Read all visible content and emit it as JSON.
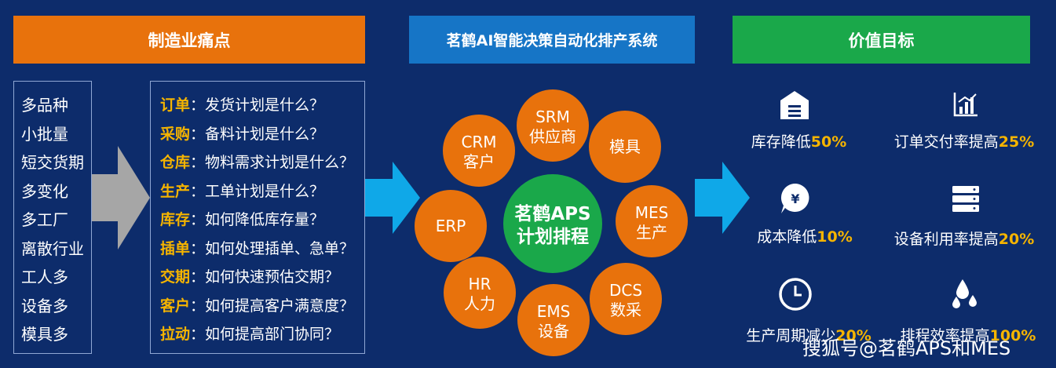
{
  "headers": {
    "left": "制造业痛点",
    "middle": "茗鹤AI智能决策自动化排产系统",
    "right": "价值目标"
  },
  "pain_points": [
    "多品种",
    "小批量",
    "短交货期",
    "多变化",
    "多工厂",
    "离散行业",
    "工人多",
    "设备多",
    "模具多"
  ],
  "questions": [
    {
      "key": "订单",
      "sep": "：",
      "text": "发货计划是什么？"
    },
    {
      "key": "采购",
      "sep": "：",
      "text": "备料计划是什么？"
    },
    {
      "key": "仓库",
      "sep": "：",
      "text": "物料需求计划是什么？"
    },
    {
      "key": "生产",
      "sep": "：",
      "text": "工单计划是什么？"
    },
    {
      "key": "库存",
      "sep": "：",
      "text": "如何降低库存量？"
    },
    {
      "key": "插单",
      "sep": "：",
      "text": "如何处理插单、急单？"
    },
    {
      "key": "交期",
      "sep": "：",
      "text": "如何快速预估交期？"
    },
    {
      "key": "客户",
      "sep": "：",
      "text": "如何提高客户满意度？"
    },
    {
      "key": "拉动",
      "sep": "：",
      "text": "如何提高部门协同？"
    }
  ],
  "center": {
    "line1": "茗鹤APS",
    "line2": "计划排程"
  },
  "systems": [
    {
      "line1": "SRM",
      "line2": "供应商"
    },
    {
      "line1": "模具",
      "line2": ""
    },
    {
      "line1": "MES",
      "line2": "生产"
    },
    {
      "line1": "DCS",
      "line2": "数采"
    },
    {
      "line1": "EMS",
      "line2": "设备"
    },
    {
      "line1": "HR",
      "line2": "人力"
    },
    {
      "line1": "ERP",
      "line2": ""
    },
    {
      "line1": "CRM",
      "line2": "客户"
    }
  ],
  "values": [
    {
      "label": "库存降低",
      "pct": "50%",
      "icon": "warehouse-icon"
    },
    {
      "label": "订单交付率提高",
      "pct": "25%",
      "icon": "bar-chart-icon"
    },
    {
      "label": "成本降低",
      "pct": "10%",
      "icon": "yuan-bubble-icon"
    },
    {
      "label": "设备利用率提高",
      "pct": "20%",
      "icon": "server-icon"
    },
    {
      "label": "生产周期减少",
      "pct": "20%",
      "icon": "clock-icon"
    },
    {
      "label": "排程效率提高",
      "pct": "100%",
      "icon": "drops-icon"
    }
  ],
  "watermark": "搜狐号@茗鹤APS和MES",
  "colors": {
    "background": "#0d2c6b",
    "orange": "#e8720c",
    "blue": "#1675c6",
    "green": "#1aa84a",
    "circle_orange": "#e8720c",
    "center_green": "#1aa84a",
    "highlight": "#f5b400",
    "arrow_cyan": "#0fa8e8",
    "arrow_gray": "#a6a6a6"
  }
}
